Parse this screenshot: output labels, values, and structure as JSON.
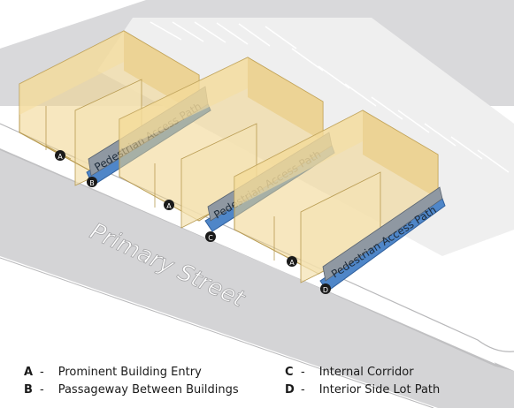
{
  "street_label": "Primary Street",
  "path_label": "Pedestrian Access Path",
  "markers": {
    "a": "A",
    "b": "B",
    "c": "C",
    "d": "D"
  },
  "legend": [
    {
      "key": "A",
      "dash": "-",
      "text": "Prominent Building Entry"
    },
    {
      "key": "B",
      "dash": "-",
      "text": "Passageway Between Buildings"
    },
    {
      "key": "C",
      "dash": "-",
      "text": "Internal Corridor"
    },
    {
      "key": "D",
      "dash": "-",
      "text": "Interior Side Lot Path"
    }
  ],
  "colors": {
    "road": "#d4d4d6",
    "lot": "#efefef",
    "building_fill": "#f1d48a",
    "building_edge": "#b89b52",
    "path": "#4f86c8",
    "path_dark": "#2f5f9d",
    "banner": "#8f98a2"
  }
}
